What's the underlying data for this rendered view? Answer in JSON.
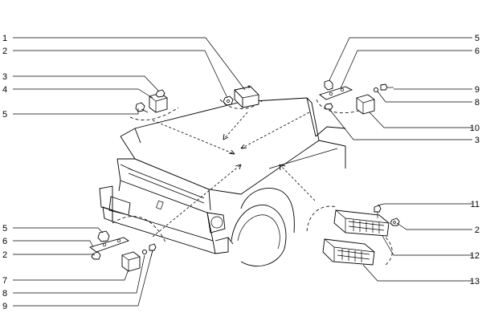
{
  "callouts": [
    {
      "id": "c-left-top-1",
      "label": "1"
    },
    {
      "id": "c-left-top-2",
      "label": "2"
    },
    {
      "id": "c-left-top-3",
      "label": "3"
    },
    {
      "id": "c-left-top-4",
      "label": "4"
    },
    {
      "id": "c-left-top-5",
      "label": "5"
    },
    {
      "id": "c-left-bot-5",
      "label": "5"
    },
    {
      "id": "c-left-bot-6",
      "label": "6"
    },
    {
      "id": "c-left-bot-2",
      "label": "2"
    },
    {
      "id": "c-left-bot-7",
      "label": "7"
    },
    {
      "id": "c-left-bot-8",
      "label": "8"
    },
    {
      "id": "c-left-bot-9",
      "label": "9"
    },
    {
      "id": "c-right-5",
      "label": "5"
    },
    {
      "id": "c-right-6",
      "label": "6"
    },
    {
      "id": "c-right-9",
      "label": "9"
    },
    {
      "id": "c-right-8",
      "label": "8"
    },
    {
      "id": "c-right-10",
      "label": "10"
    },
    {
      "id": "c-right-3",
      "label": "3"
    },
    {
      "id": "c-right-11",
      "label": "11"
    },
    {
      "id": "c-right-2",
      "label": "2"
    },
    {
      "id": "c-right-12",
      "label": "12"
    },
    {
      "id": "c-right-13",
      "label": "13"
    }
  ]
}
